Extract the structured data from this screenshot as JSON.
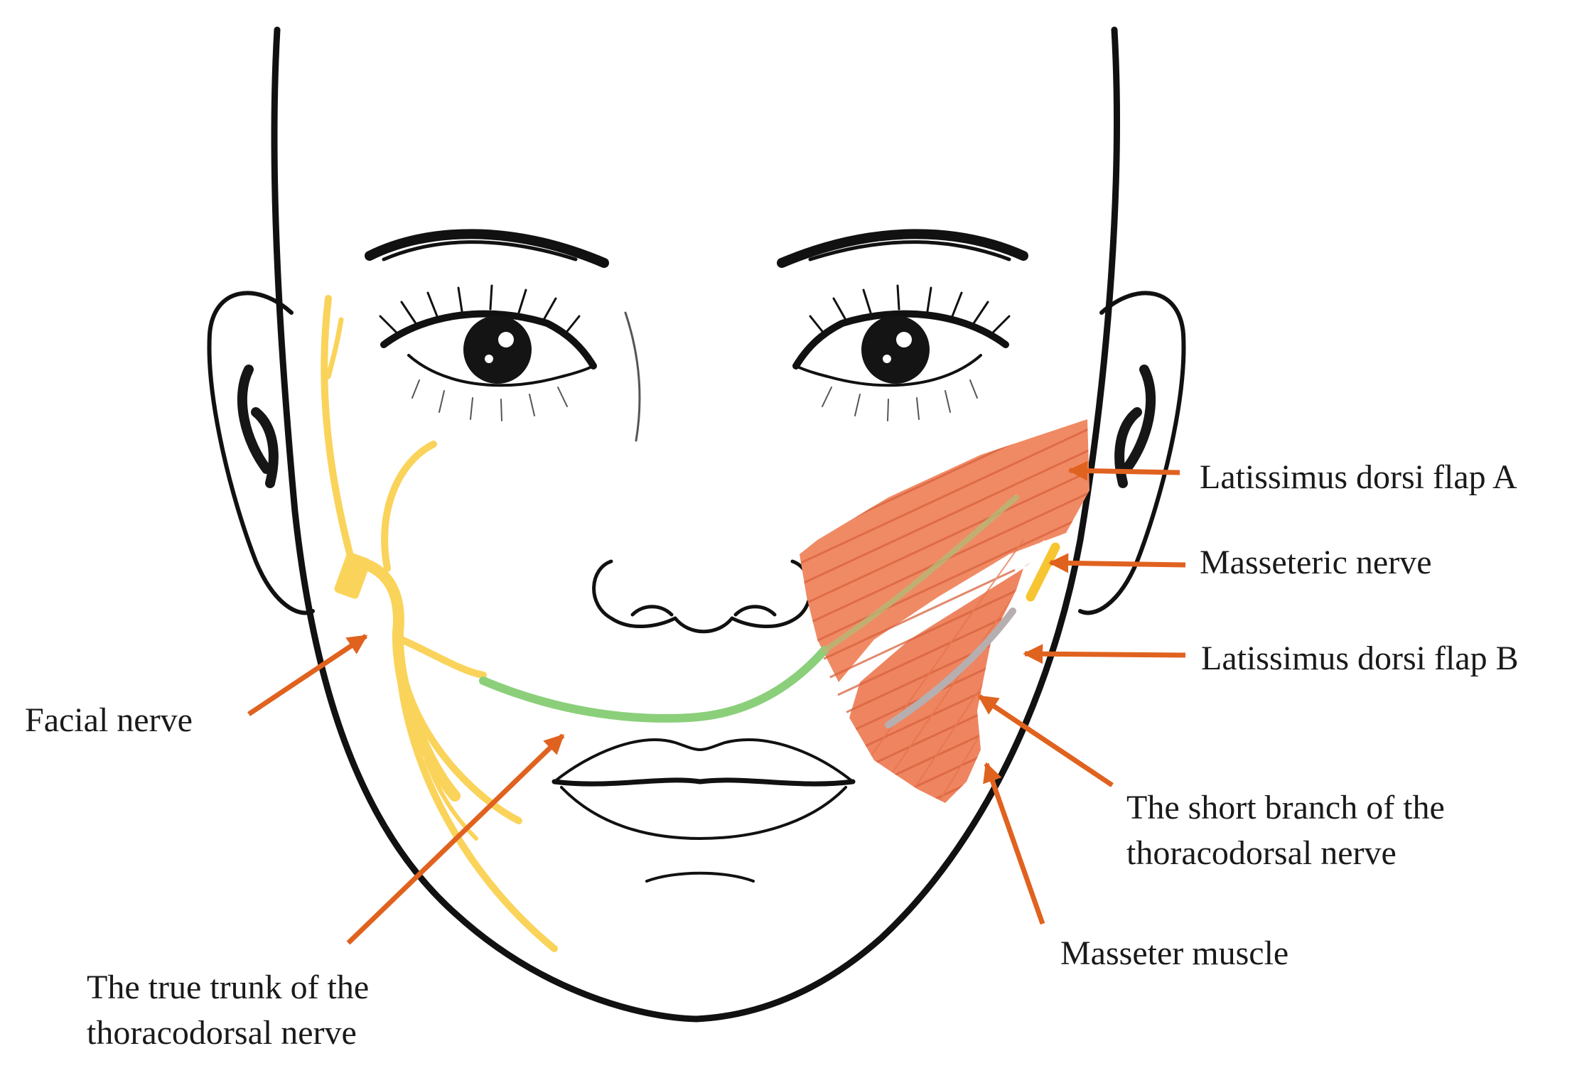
{
  "colors": {
    "line_art": "#111111",
    "facial_nerve": "#fad35a",
    "masseteric_nerve": "#f7c531",
    "thoracodorsal_true_trunk": "#8bcf7a",
    "thoracodorsal_short_branch": "#b7aeb0",
    "latissimus_flap": "#f08a64",
    "latissimus_flap_fibers": "#d8623e",
    "arrow": "#e0621f",
    "label_text": "#1a1a1a"
  },
  "labels": {
    "latissimus_flap_a": "Latissimus dorsi flap A",
    "masseteric_nerve": "Masseteric nerve",
    "latissimus_flap_b": "Latissimus dorsi flap B",
    "facial_nerve": "Facial nerve",
    "short_branch_line1": "The short branch of the",
    "short_branch_line2": "thoracodorsal nerve",
    "masseter_muscle": "Masseter muscle",
    "true_trunk_line1": "The true trunk of the",
    "true_trunk_line2": "thoracodorsal nerve"
  }
}
